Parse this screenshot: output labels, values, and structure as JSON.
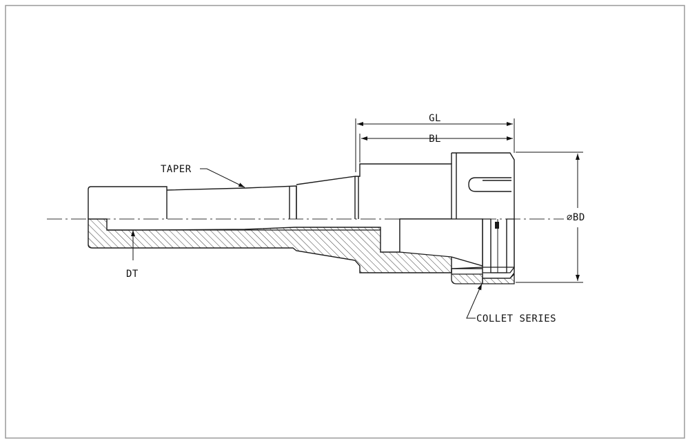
{
  "labels": {
    "gl": "GL",
    "bl": "BL",
    "bd": "⌀BD",
    "taper": "TAPER",
    "dt": "DT",
    "collet_series": "COLLET SERIES"
  },
  "colors": {
    "line": "#1a1a1a",
    "border": "#9a9a9a",
    "hatch": "#222222"
  }
}
